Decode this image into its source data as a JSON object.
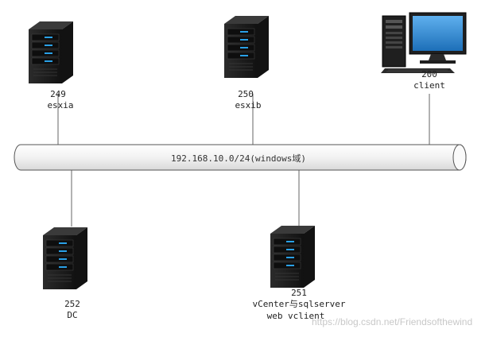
{
  "network": {
    "label": "192.168.10.0/24(windows域)"
  },
  "nodes": {
    "esxia": {
      "ip": "249",
      "name": "esxia"
    },
    "esxib": {
      "ip": "250",
      "name": "esxib"
    },
    "client": {
      "ip": "200",
      "name": "client"
    },
    "dc": {
      "ip": "252",
      "name": "DC"
    },
    "vcenter": {
      "ip": "251",
      "name": "vCenter与sqlserver",
      "extra": "web vclient"
    }
  },
  "watermark": "https://blog.csdn.net/Friendsofthewind",
  "colors": {
    "server_body": "#1c1c1c",
    "server_light": "#2aa0e6",
    "pipe_fill": "#efefef",
    "pipe_stroke": "#555555",
    "monitor_screen": "#2f86d0"
  }
}
